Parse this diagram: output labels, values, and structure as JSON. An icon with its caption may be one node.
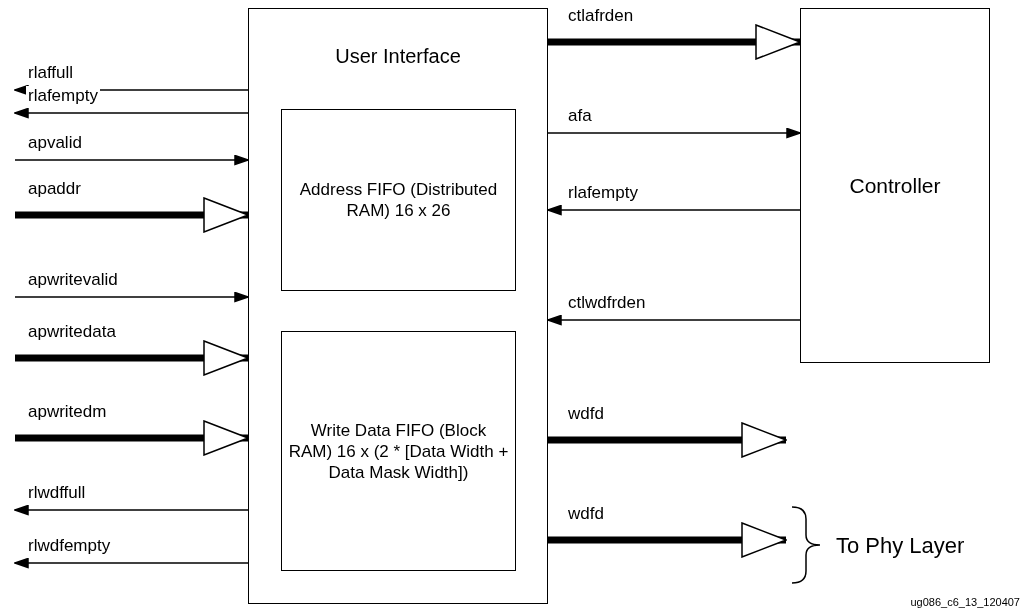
{
  "diagram": {
    "nodes": [
      {
        "text": [
          "User Interface"
        ]
      },
      {
        "text": [
          "Address FIFO (Distributed RAM) 16 x 26"
        ],
        "in": 0
      },
      {
        "text": [
          "Write Data FIFO (Block RAM) 16 x (2 * [Data Width + Data Mask Width])"
        ],
        "in": 0
      },
      {
        "text": [
          "Controller"
        ]
      },
      {
        "text": [
          "To Phy Layer"
        ]
      }
    ],
    "edges": [
      {
        "from": 0,
        "to": null,
        "arrow": "to",
        "label": "rlaffull"
      },
      {
        "from": 0,
        "to": null,
        "arrow": "to",
        "label": "rlafempty"
      },
      {
        "from": null,
        "to": 0,
        "arrow": "to",
        "label": "apvalid"
      },
      {
        "from": null,
        "to": 0,
        "arrow": "to",
        "label": "apaddr",
        "style": "thick"
      },
      {
        "from": null,
        "to": 0,
        "arrow": "to",
        "label": "apwritevalid"
      },
      {
        "from": null,
        "to": 0,
        "arrow": "to",
        "label": "apwritedata",
        "style": "thick"
      },
      {
        "from": null,
        "to": 0,
        "arrow": "to",
        "label": "apwritedm",
        "style": "thick"
      },
      {
        "from": 0,
        "to": null,
        "arrow": "to",
        "label": "rlwdffull"
      },
      {
        "from": 0,
        "to": null,
        "arrow": "to",
        "label": "rlwdfempty"
      },
      {
        "from": 0,
        "to": 3,
        "arrow": "to",
        "label": "ctlafrden",
        "style": "thick"
      },
      {
        "from": 0,
        "to": 3,
        "arrow": "to",
        "label": "afa"
      },
      {
        "from": 3,
        "to": 0,
        "arrow": "to",
        "label": "rlafempty"
      },
      {
        "from": 3,
        "to": 0,
        "arrow": "to",
        "label": "ctlwdfrden"
      },
      {
        "from": 0,
        "to": 4,
        "arrow": "to",
        "label": "wdfd",
        "style": "thick"
      },
      {
        "from": 0,
        "to": 4,
        "arrow": "to",
        "label": "wdfd",
        "style": "thick"
      }
    ],
    "labels": [
      "ug086_c6_13_120407"
    ]
  }
}
